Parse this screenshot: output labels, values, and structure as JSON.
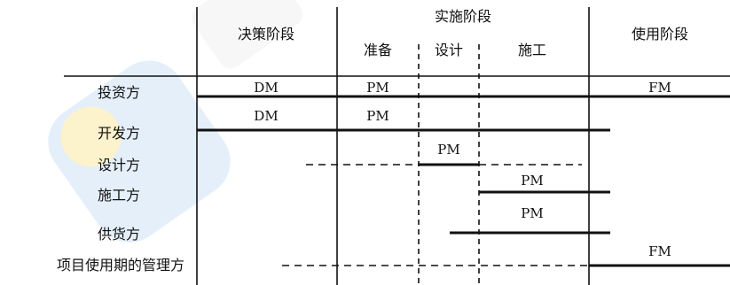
{
  "header": {
    "decision": "决策阶段",
    "implementation": "实施阶段",
    "prep": "准备",
    "design": "设计",
    "construction": "施工",
    "use": "使用阶段"
  },
  "roles": [
    "投资方",
    "开发方",
    "设计方",
    "施工方",
    "供货方",
    "项目使用期的管理方"
  ],
  "tags": {
    "investor_dm": "DM",
    "investor_pm": "PM",
    "investor_fm": "FM",
    "developer_dm": "DM",
    "developer_pm": "PM",
    "designer_pm": "PM",
    "constructor_pm": "PM",
    "supplier_pm": "PM",
    "manager_fm": "FM"
  },
  "watermark": {
    "color": "#3f8fd9",
    "accent": "#f4c400",
    "icon": "logo-badge-icon"
  },
  "colors": {
    "ink": "#111111"
  }
}
